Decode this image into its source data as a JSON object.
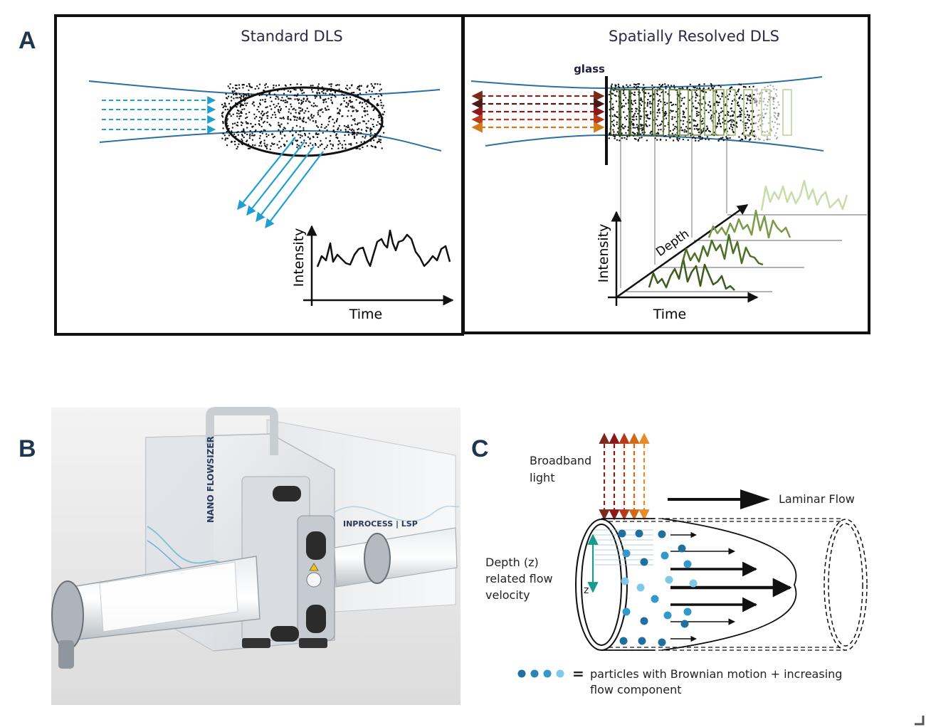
{
  "panel_labels": {
    "a": "A",
    "b": "B",
    "c": "C"
  },
  "panel_a": {
    "standard": {
      "title": "Standard DLS",
      "y_axis_label": "Intensity",
      "x_axis_label": "Time"
    },
    "spatial": {
      "title": "Spatially Resolved DLS",
      "glass_label": "glass",
      "depth_label": "Depth",
      "y_axis_label": "Intensity",
      "x_axis_label": "Time"
    }
  },
  "panel_b": {
    "device_brand": "NANO FLOWSIZER",
    "device_model": "INPROCESS | LSP"
  },
  "panel_c": {
    "light_label_line1": "Broadband",
    "light_label_line2": "light",
    "flow_label": "Laminar Flow",
    "depth_label_line1": "Depth (z)",
    "depth_label_line2": "related flow",
    "depth_label_line3": "velocity",
    "z_label": "z",
    "legend_equals": "=",
    "legend_line1": "particles with Brownian motion + increasing",
    "legend_line2": "flow component"
  },
  "colors": {
    "laser_beam": "#2f6f9f",
    "scatter_arrow": "#1f9fd0",
    "particle_dark": "#1f6f9f",
    "particle_mid": "#3399cc",
    "particle_light": "#7fc8ea",
    "trace_dark_green": "#3f5a1f",
    "trace_light_green": "#c8dcaa",
    "panel_letter": "#1f3651"
  }
}
